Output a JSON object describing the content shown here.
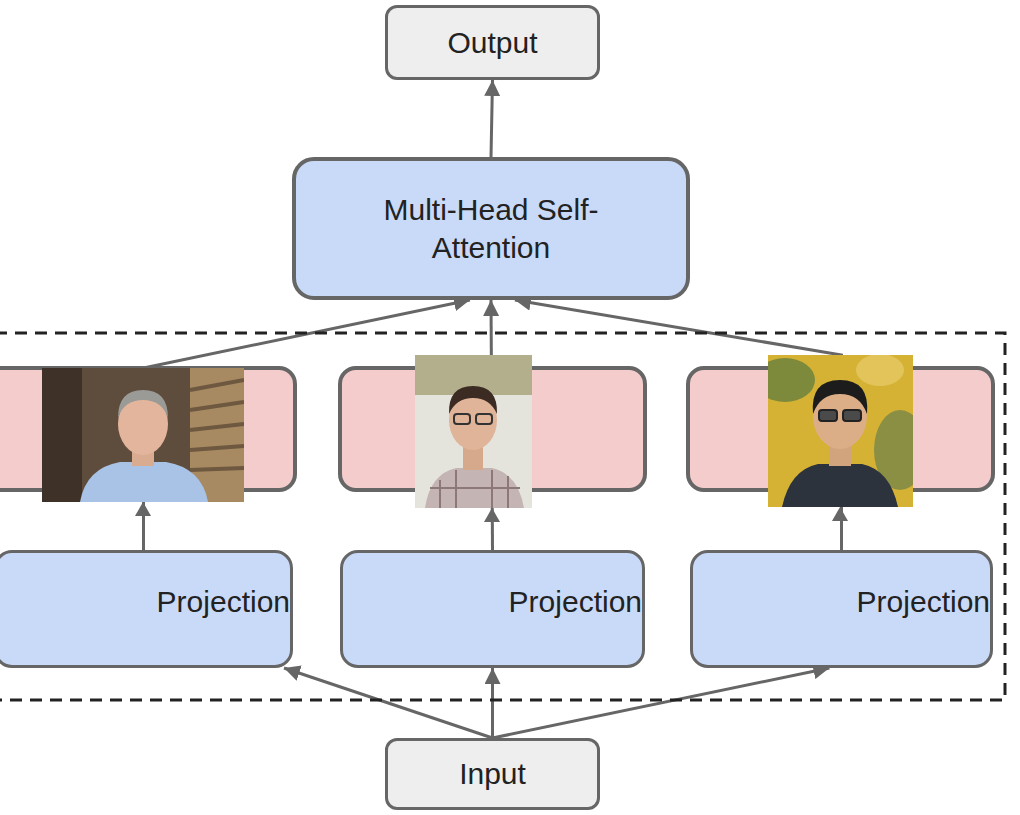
{
  "diagram": {
    "nodes": [
      {
        "text": [
          "Output"
        ]
      },
      {
        "text": [
          "Multi-Head Self-Attention"
        ]
      },
      {
        "text": [
          "Projection"
        ]
      },
      {
        "text": [
          "Projection"
        ]
      },
      {
        "text": [
          "Projection"
        ]
      },
      {
        "text": [
          "Input"
        ]
      }
    ],
    "edges": [
      {
        "from": 5,
        "to": 2,
        "arrow": "to"
      },
      {
        "from": 5,
        "to": 3,
        "arrow": "to"
      },
      {
        "from": 5,
        "to": 4,
        "arrow": "to"
      },
      {
        "from": 2,
        "to": 1,
        "arrow": "to"
      },
      {
        "from": 3,
        "to": 1,
        "arrow": "to"
      },
      {
        "from": 4,
        "to": 1,
        "arrow": "to"
      },
      {
        "from": 1,
        "to": 0,
        "arrow": "to"
      }
    ]
  }
}
